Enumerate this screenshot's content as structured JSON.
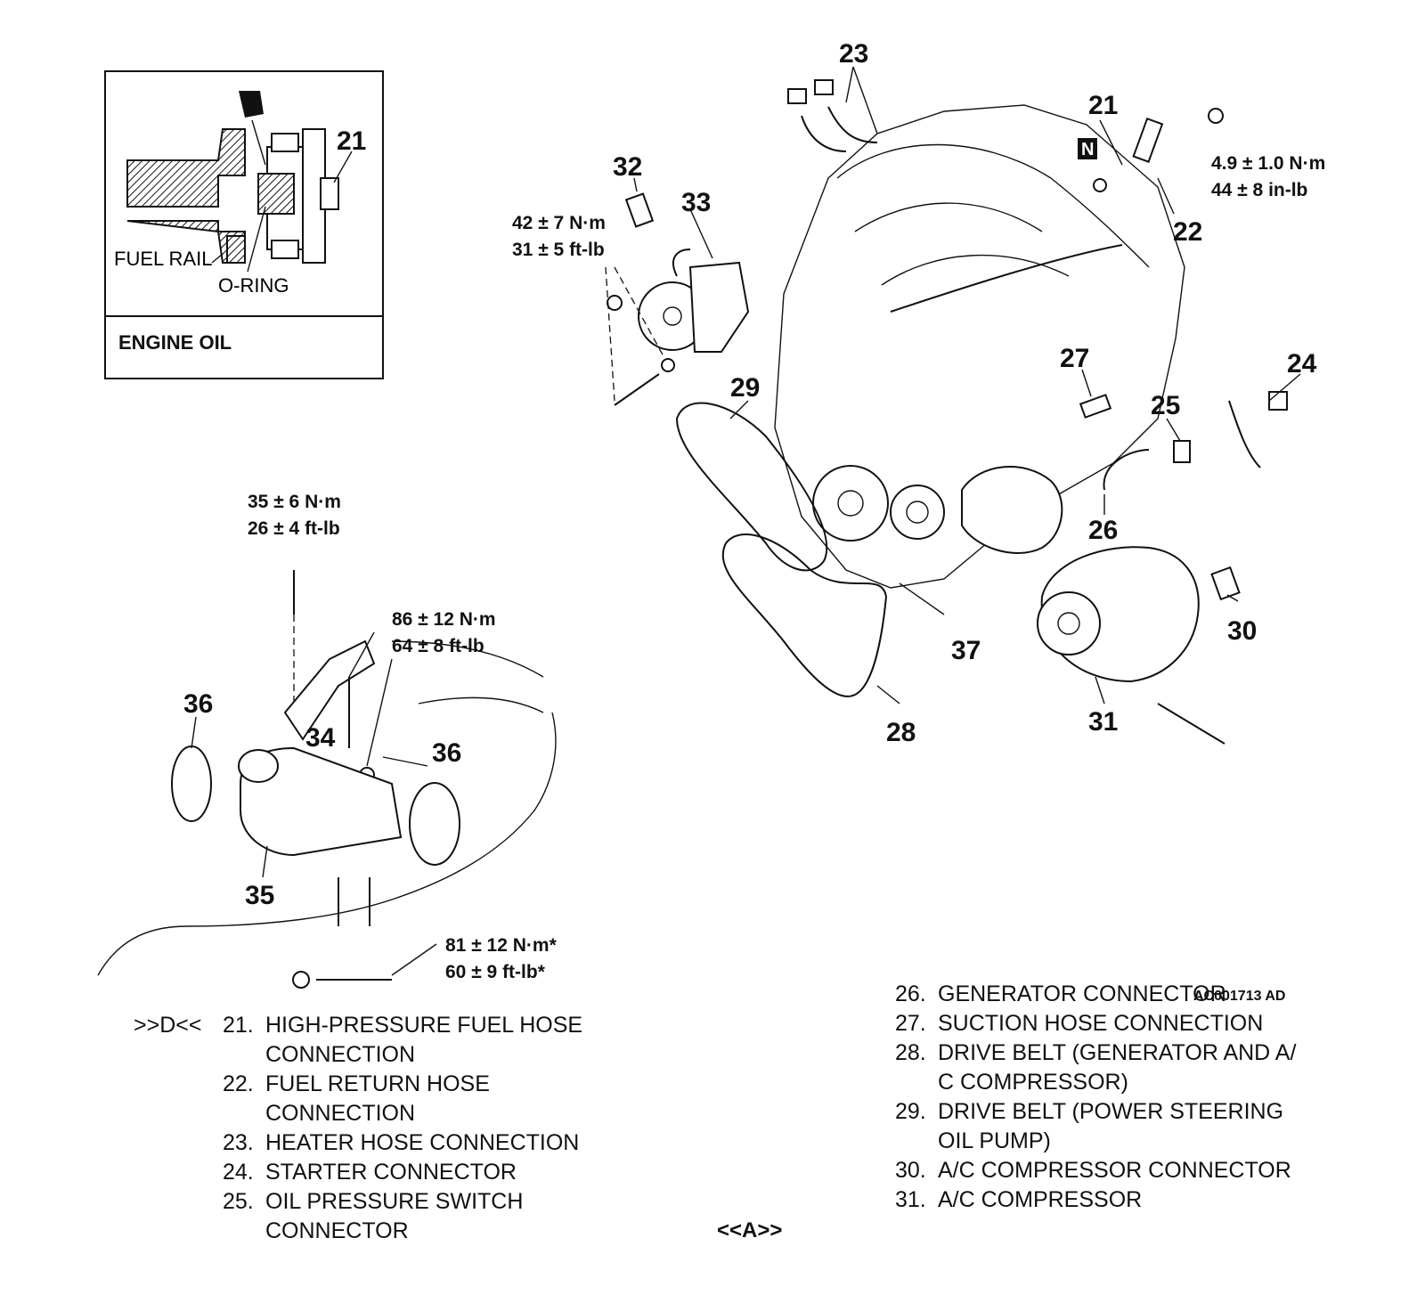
{
  "inset": {
    "callout": "21",
    "fuel_rail_label": "FUEL RAIL",
    "o_ring_label": "O-RING",
    "caption": "ENGINE OIL"
  },
  "callouts": {
    "c21": "21",
    "c22": "22",
    "c23": "23",
    "c24": "24",
    "c25": "25",
    "c26": "26",
    "c27": "27",
    "c28": "28",
    "c29": "29",
    "c30": "30",
    "c31": "31",
    "c32": "32",
    "c33": "33",
    "c34": "34",
    "c35": "35",
    "c36a": "36",
    "c36b": "36",
    "c37": "37"
  },
  "nut_symbol": "N",
  "torques": {
    "t_pump": {
      "metric": "42 ± 7 N·m",
      "imperial": "31 ± 5 ft-lb"
    },
    "t_bolt": {
      "metric": "4.9 ± 1.0 N·m",
      "imperial": "44 ± 8 in-lb"
    },
    "t_bracket_top": {
      "metric": "35 ± 6 N·m",
      "imperial": "26 ± 4 ft-lb"
    },
    "t_bracket_mid": {
      "metric": "86 ± 12 N·m",
      "imperial": "64 ± 8 ft-lb"
    },
    "t_bracket_low": {
      "metric": "81 ± 12 N·m*",
      "imperial": "60 ± 9 ft-lb*"
    }
  },
  "figure_code": "AC001713 AD",
  "legend_prefix": ">>D<<",
  "legend_left": [
    {
      "num": "21.",
      "text": "HIGH-PRESSURE FUEL HOSE\nCONNECTION"
    },
    {
      "num": "22.",
      "text": "FUEL RETURN HOSE\nCONNECTION"
    },
    {
      "num": "23.",
      "text": "HEATER HOSE CONNECTION"
    },
    {
      "num": "24.",
      "text": "STARTER CONNECTOR"
    },
    {
      "num": "25.",
      "text": "OIL PRESSURE SWITCH\nCONNECTOR"
    }
  ],
  "legend_right": [
    {
      "num": "26.",
      "text": "GENERATOR CONNECTOR"
    },
    {
      "num": "27.",
      "text": "SUCTION HOSE CONNECTION"
    },
    {
      "num": "28.",
      "text": "DRIVE BELT (GENERATOR AND A/\nC COMPRESSOR)"
    },
    {
      "num": "29.",
      "text": "DRIVE BELT (POWER STEERING\nOIL PUMP)"
    },
    {
      "num": "30.",
      "text": "A/C COMPRESSOR CONNECTOR"
    },
    {
      "num": "31.",
      "text": "A/C COMPRESSOR"
    }
  ],
  "step_marker": "<<A>>"
}
